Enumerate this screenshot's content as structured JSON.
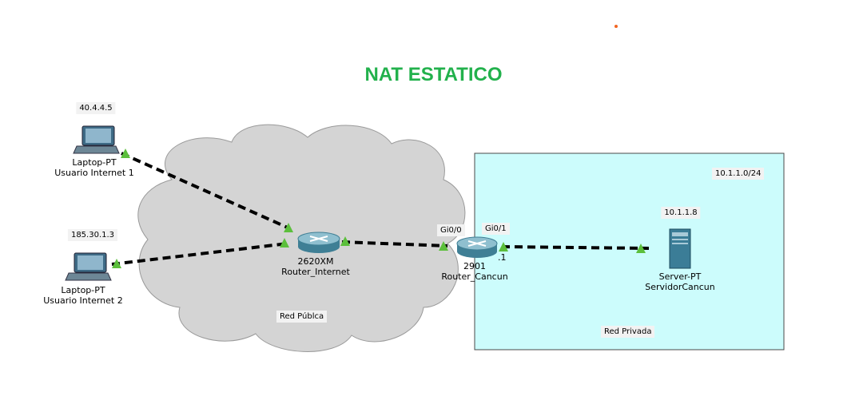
{
  "title": "NAT ESTATICO",
  "colors": {
    "title": "#22b14c",
    "link": "#000000",
    "link_light": "#5cbf3c",
    "cloud_fill": "#d4d4d4",
    "private_fill": "#ccfcfc",
    "accent_dot": "#f26522"
  },
  "devices": {
    "laptop1": {
      "model": "Laptop-PT",
      "name": "Usuario Internet 1",
      "ip": "40.4.4.5",
      "icon": "laptop-icon"
    },
    "laptop2": {
      "model": "Laptop-PT",
      "name": "Usuario Internet 2",
      "ip": "185.30.1.3",
      "icon": "laptop-icon"
    },
    "router_internet": {
      "model": "2620XM",
      "name": "Router_Internet",
      "icon": "router-icon"
    },
    "router_cancun": {
      "model": "2901",
      "name": "Router_Cancun",
      "icon": "router-icon",
      "iface_left": "Gi0/0",
      "iface_right": "Gi0/1",
      "iface_right_ip": ".1"
    },
    "server": {
      "model": "Server-PT",
      "name": "ServidorCancun",
      "ip": "10.1.1.8",
      "icon": "server-icon"
    }
  },
  "areas": {
    "public": {
      "label": "Red Públca"
    },
    "private": {
      "label": "Red Privada",
      "network": "10.1.1.0/24"
    }
  }
}
